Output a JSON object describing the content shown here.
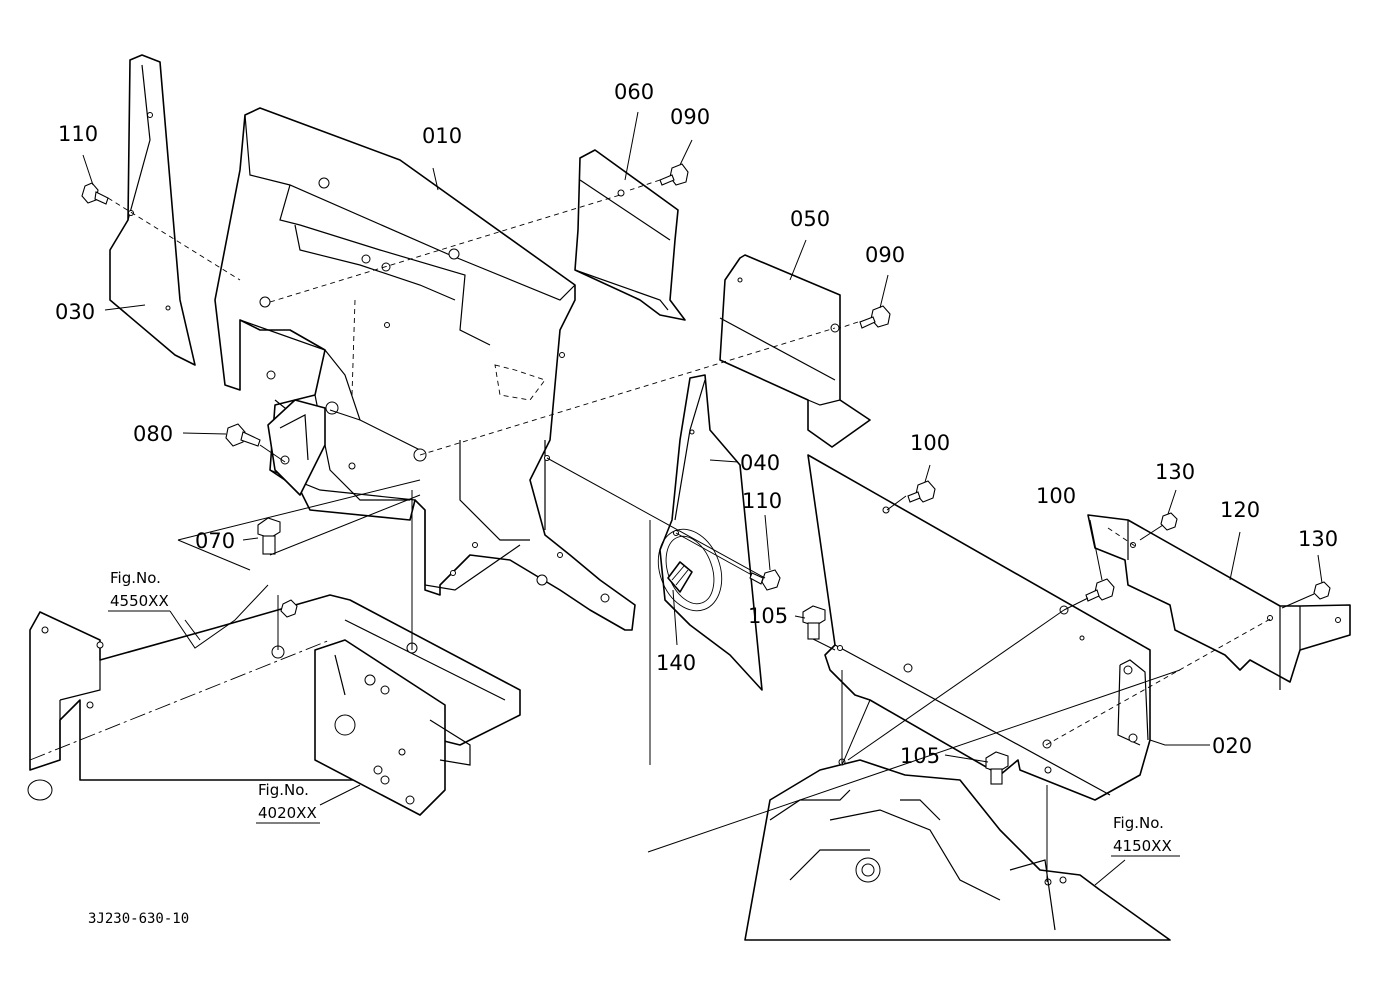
{
  "diagram": {
    "callouts": {
      "p010": "010",
      "p020": "020",
      "p030": "030",
      "p040": "040",
      "p050": "050",
      "p060": "060",
      "p070": "070",
      "p080": "080",
      "p090a": "090",
      "p090b": "090",
      "p100a": "100",
      "p100b": "100",
      "p105a": "105",
      "p105b": "105",
      "p110a": "110",
      "p110b": "110",
      "p120": "120",
      "p130a": "130",
      "p130b": "130",
      "p140": "140"
    },
    "figure_refs": {
      "ref_4550": {
        "prefix": "Fig.No.",
        "number": "4550XX"
      },
      "ref_4020": {
        "prefix": "Fig.No.",
        "number": "4020XX"
      },
      "ref_4150": {
        "prefix": "Fig.No.",
        "number": "4150XX"
      }
    },
    "document_id": "3J230-630-10"
  }
}
